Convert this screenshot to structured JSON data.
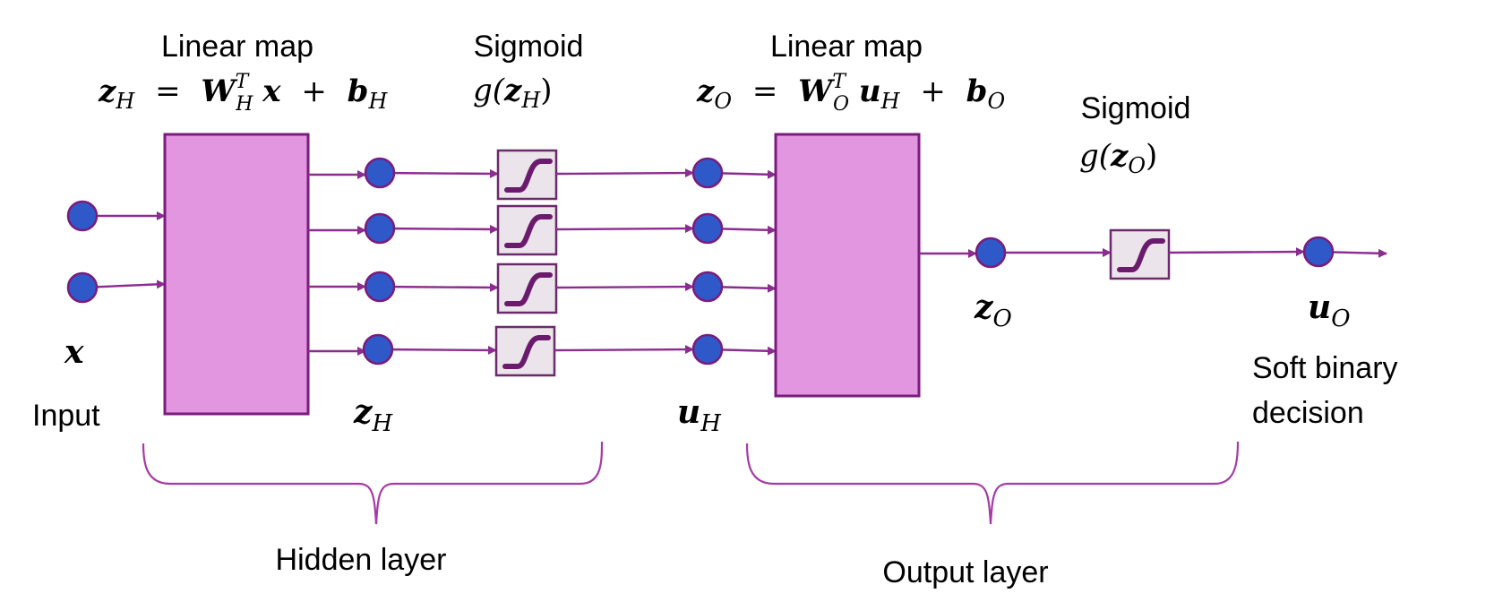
{
  "hidden_linear": {
    "title": "Linear map",
    "eq": {
      "lhs": "z",
      "lhs_sub": "H",
      "eq_sign": "=",
      "w": "W",
      "w_sup": "T",
      "w_sub": "H",
      "x": "x",
      "plus": "+",
      "b": "b",
      "b_sub": "H"
    }
  },
  "hidden_sigmoid": {
    "title": "Sigmoid",
    "fn": "g(",
    "arg": "z",
    "arg_sub": "H",
    "close": ")"
  },
  "output_linear": {
    "title": "Linear map",
    "eq": {
      "lhs": "z",
      "lhs_sub": "O",
      "eq_sign": "=",
      "w": "W",
      "w_sup": "T",
      "w_sub": "O",
      "u": "u",
      "u_sub": "H",
      "plus": "+",
      "b": "b",
      "b_sub": "O"
    }
  },
  "output_sigmoid": {
    "title": "Sigmoid",
    "fn": "g(",
    "arg": "z",
    "arg_sub": "O",
    "close": ")"
  },
  "labels": {
    "x": "x",
    "input": "Input",
    "zH": "z",
    "zH_sub": "H",
    "uH": "u",
    "uH_sub": "H",
    "zO": "z",
    "zO_sub": "O",
    "uO": "u",
    "uO_sub": "O",
    "decision_line1": "Soft binary",
    "decision_line2": "decision"
  },
  "layers": {
    "hidden": "Hidden layer",
    "output": "Output layer"
  }
}
